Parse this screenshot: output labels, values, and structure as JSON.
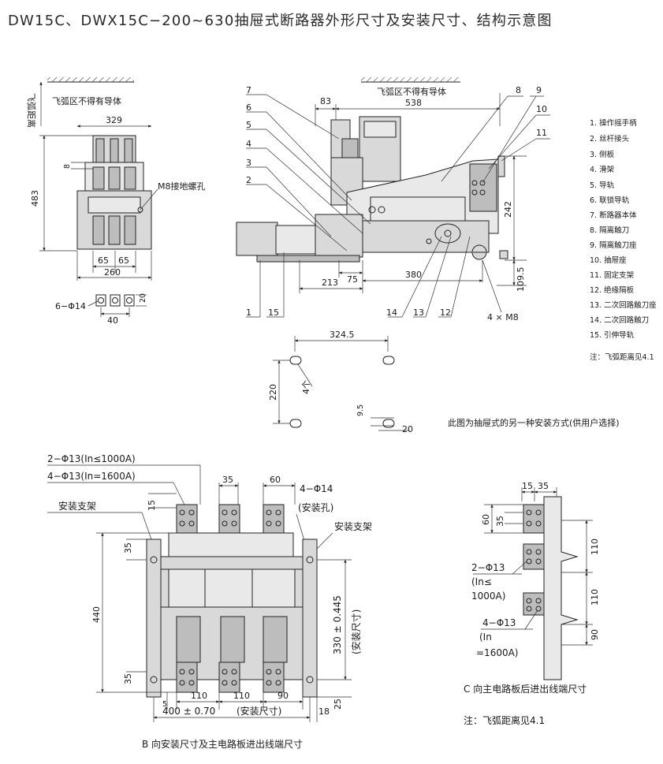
{
  "title": "DW15C、DWX15C−200~630抽屉式断路器外形尺寸及安装尺寸、结构示意图",
  "front_view": {
    "arc_distance_label": "飞弧距离",
    "no_conductor_label": "飞弧区不得有导体",
    "dim_width": "329",
    "dim_height": "483",
    "dim_8": "8",
    "ground_screw": "M8接地螺孔",
    "dim_65a": "65",
    "dim_65b": "65",
    "dim_260": "260",
    "holes": "6−Φ14",
    "dim_40": "40",
    "dim_20": "20"
  },
  "side_view": {
    "no_conductor_label": "飞弧区不得有导体",
    "dim_83": "83",
    "dim_538": "538",
    "dim_242": "242",
    "dim_109_5": "109.5",
    "dim_75": "75",
    "dim_213": "213",
    "dim_380": "380",
    "bolts": "4 × M8",
    "callouts": [
      "1",
      "2",
      "3",
      "4",
      "5",
      "6",
      "7",
      "8",
      "9",
      "10",
      "11",
      "12",
      "13",
      "14",
      "15"
    ]
  },
  "legend": [
    "1. 操作摇手柄",
    "2. 丝杆接头",
    "3. 侧板",
    "4. 滑架",
    "5. 导轨",
    "6. 联锁导轨",
    "7. 断路器本体",
    "8. 隔离触刀",
    "9. 隔离触刀座",
    "10. 抽屉座",
    "11. 固定支架",
    "12. 绝缘隔板",
    "13. 二次回路触刀座",
    "14. 二次回路触刀",
    "15. 引伸导轨"
  ],
  "legend_note": "注：飞弧距离见4.1",
  "alt_mount": {
    "dim_324_5": "324.5",
    "dim_220": "220",
    "count": "4个",
    "dim_9_5": "9.5",
    "dim_20": "20",
    "caption": "此图为抽屉式的另一种安装方式(供用户选择)"
  },
  "view_b": {
    "label_2holes": "2−Φ13(In≤1000A)",
    "label_4holes": "4−Φ13(In=1600A)",
    "label_mount_left": "安装支架",
    "label_mount_right": "安装支架",
    "label_holes14": "4−Φ14",
    "label_mount_hole": "(安装孔)",
    "dim_35": "35",
    "dim_60": "60",
    "dim_15": "15",
    "dim_35b": "35",
    "dim_440": "440",
    "dim_330": "330 ± 0.445",
    "dim_330_note": "(安装尺寸)",
    "dim_35c": "35",
    "dim_5": "5",
    "dim_110a": "110",
    "dim_110b": "110",
    "dim_90": "90",
    "dim_25": "25",
    "dim_400": "400 ± 0.70",
    "dim_400_note": "(安装尺寸)",
    "dim_18": "18",
    "caption": "B 向安装尺寸及主电路板进出线端尺寸"
  },
  "view_c": {
    "dim_15": "15",
    "dim_35": "35",
    "dim_60": "60",
    "dim_35b": "35",
    "dim_110a": "110",
    "dim_110b": "110",
    "dim_90": "90",
    "label_2holes_a": "2−Φ13",
    "label_2holes_b": "(In≤",
    "label_2holes_c": "1000A)",
    "label_4holes_a": "4−Φ13",
    "label_4holes_b": "(In",
    "label_4holes_c": "=1600A)",
    "caption": "C 向主电路板后进出线端尺寸",
    "note": "注：飞弧距离见4.1"
  }
}
